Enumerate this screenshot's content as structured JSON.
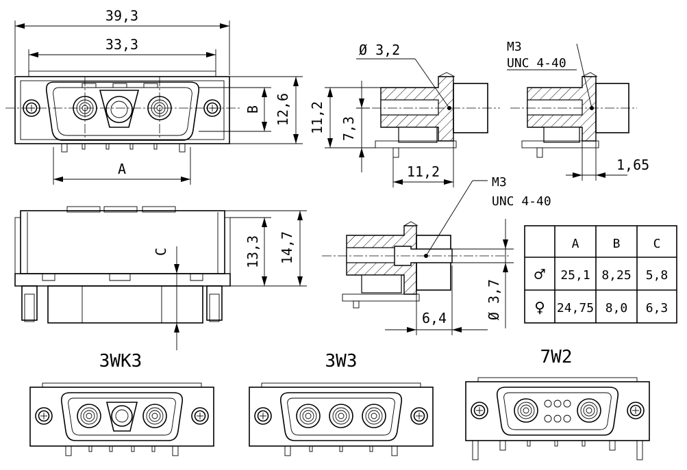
{
  "dimensions": {
    "overall_width": "39,3",
    "flange_width": "33,3",
    "dim_a": "A",
    "dim_b": "B",
    "height_12_6": "12,6",
    "side_height": "11,2",
    "side_height_inner": "7,3",
    "side_depth": "11,2",
    "hole_diameter": "Ø 3,2",
    "thread_label_1": "M3",
    "thread_label_2": "UNC 4-40",
    "offset_1_65": "1,65",
    "thread2_label_1": "M3",
    "thread2_label_2": "UNC 4-40",
    "front_height_13_3": "13,3",
    "front_height_14_7": "14,7",
    "dim_c": "C",
    "pin_length": "6,4",
    "pin_diameter": "Ø 3,7"
  },
  "table": {
    "headers": [
      "",
      "A",
      "B",
      "C"
    ],
    "rows": [
      {
        "gender": "♂",
        "a": "25,1",
        "b": "8,25",
        "c": "5,8"
      },
      {
        "gender": "♀",
        "a": "24,75",
        "b": "8,0",
        "c": "6,3"
      }
    ]
  },
  "variants": {
    "v1": "3WK3",
    "v2": "3W3",
    "v3": "7W2"
  }
}
